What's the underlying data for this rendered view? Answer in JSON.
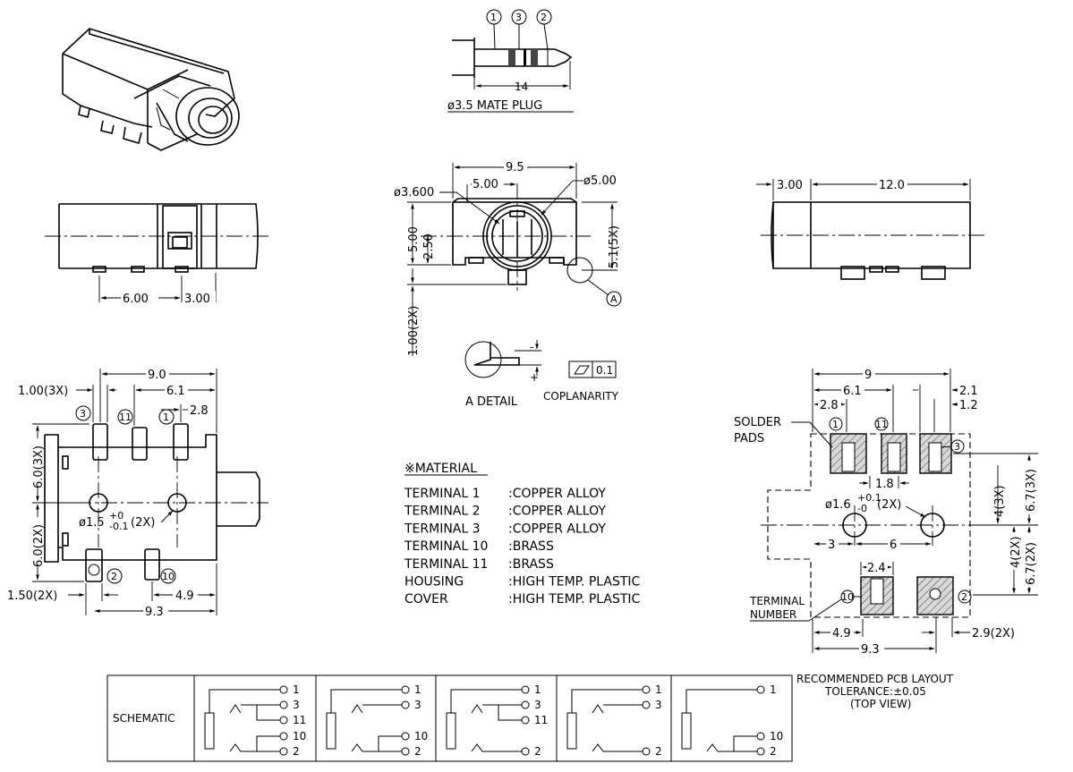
{
  "plug": {
    "title": "ø3.5 MATE PLUG",
    "length": "14",
    "markers": [
      "1",
      "3",
      "2"
    ]
  },
  "front_view": {
    "width": "9.5",
    "dia_inner": "ø3.600",
    "dim_500": "5.00",
    "dia_outer": "ø5.00",
    "height_500": "5.00",
    "height_250": "2.50",
    "height_51": "5.1(5X)",
    "dim_100": "1.00(2X)",
    "detail_ref": "A"
  },
  "detail": {
    "label": "A DETAIL",
    "coplanarity": "COPLANARITY",
    "tol": "0.1",
    "minus": "-",
    "plus": "+"
  },
  "side_view_left": {
    "dim_600": "6.00",
    "dim_300": "3.00"
  },
  "side_view_right": {
    "dim_300": "3.00",
    "dim_120": "12.0"
  },
  "top_view": {
    "dim_100_3x": "1.00(3X)",
    "dim_90": "9.0",
    "dim_61": "6.1",
    "dim_28": "2.8",
    "dim_60_3x": "6.0(3X)",
    "dim_60_2x": "6.0(2X)",
    "hole": "ø1.5",
    "hole_tol_top": "+0",
    "hole_tol_bot": "-0.1",
    "hole_count": "(2X)",
    "dim_150": "1.50(2X)",
    "dim_49": "4.9",
    "dim_93": "9.3",
    "pins": [
      "3",
      "11",
      "1",
      "2",
      "10"
    ]
  },
  "material": {
    "title": "※MATERIAL",
    "rows": [
      {
        "part": "TERMINAL 1",
        "material": ":COPPER ALLOY"
      },
      {
        "part": "TERMINAL 2",
        "material": ":COPPER ALLOY"
      },
      {
        "part": "TERMINAL 3",
        "material": ":COPPER ALLOY"
      },
      {
        "part": "TERMINAL 10",
        "material": ":BRASS"
      },
      {
        "part": "TERMINAL 11",
        "material": ":BRASS"
      },
      {
        "part": "HOUSING",
        "material": ":HIGH TEMP. PLASTIC"
      },
      {
        "part": "COVER",
        "material": ":HIGH TEMP. PLASTIC"
      }
    ]
  },
  "pcb": {
    "dim_9": "9",
    "dim_61": "6.1",
    "dim_28": "2.8",
    "dim_21": "2.1",
    "dim_12": "1.2",
    "solder_line1": "SOLDER",
    "solder_line2": "PADS",
    "dim_18": "1.8",
    "hole": "ø1.6",
    "hole_tol_top": "+0.1",
    "hole_tol_bot": "-0",
    "hole_count": "(2X)",
    "dim_3": "3",
    "dim_6": "6",
    "dim_24": "2.4",
    "dim_4_3x": "4(3X)",
    "dim_67_3x": "6.7(3X)",
    "dim_4_2x": "4(2X)",
    "dim_67_2x": "6.7(2X)",
    "terminal_line1": "TERMINAL",
    "terminal_line2": "NUMBER",
    "dim_49": "4.9",
    "dim_93": "9.3",
    "dim_29": "2.9(2X)",
    "caption1": "RECOMMENDED PCB LAYOUT",
    "caption2": "TOLERANCE:±0.05",
    "caption3": "(TOP VIEW)",
    "pins": [
      "1",
      "11",
      "3",
      "10",
      "2"
    ]
  },
  "schematic": {
    "label": "SCHEMATIC",
    "cells": [
      {
        "pins": [
          "1",
          "3",
          "11",
          "10",
          "2"
        ]
      },
      {
        "pins": [
          "1",
          "3",
          "10",
          "2"
        ]
      },
      {
        "pins": [
          "1",
          "3",
          "11",
          "2"
        ]
      },
      {
        "pins": [
          "1",
          "3",
          "2"
        ]
      },
      {
        "pins": [
          "1",
          "10",
          "2"
        ]
      }
    ]
  }
}
